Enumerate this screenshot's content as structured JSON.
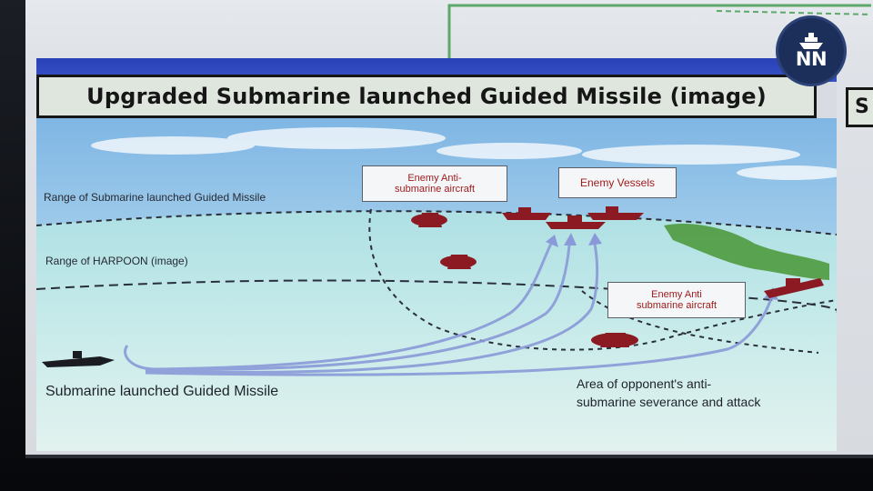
{
  "slide": {
    "title": "Upgraded Submarine launched Guided Missile (image)",
    "right_panel_letter": "S"
  },
  "logo": {
    "text": "NN",
    "icon": "ship-icon"
  },
  "labels": {
    "range_missile": "Range of Submarine launched Guided Missile",
    "range_harpoon": "Range of HARPOON (image)",
    "submarine_missile": "Submarine launched Guided Missile",
    "area_line1": "Area of opponent's anti-",
    "area_line2": "submarine severance and attack"
  },
  "boxes": {
    "enemy_asw_top_line1": "Enemy Anti-",
    "enemy_asw_top_line2": "submarine aircraft",
    "enemy_vessels": "Enemy Vessels",
    "enemy_asw_right_line1": "Enemy Anti",
    "enemy_asw_right_line2": "submarine aircraft"
  },
  "colors": {
    "title_band": "#3049c0",
    "sea": "#bfe3e6",
    "sky": "#8fc3e8",
    "land": "#4f9a3e",
    "enemy_red": "#8c1a22",
    "trajectory": "#8a9ad8",
    "connector_green": "#5ea86a"
  }
}
